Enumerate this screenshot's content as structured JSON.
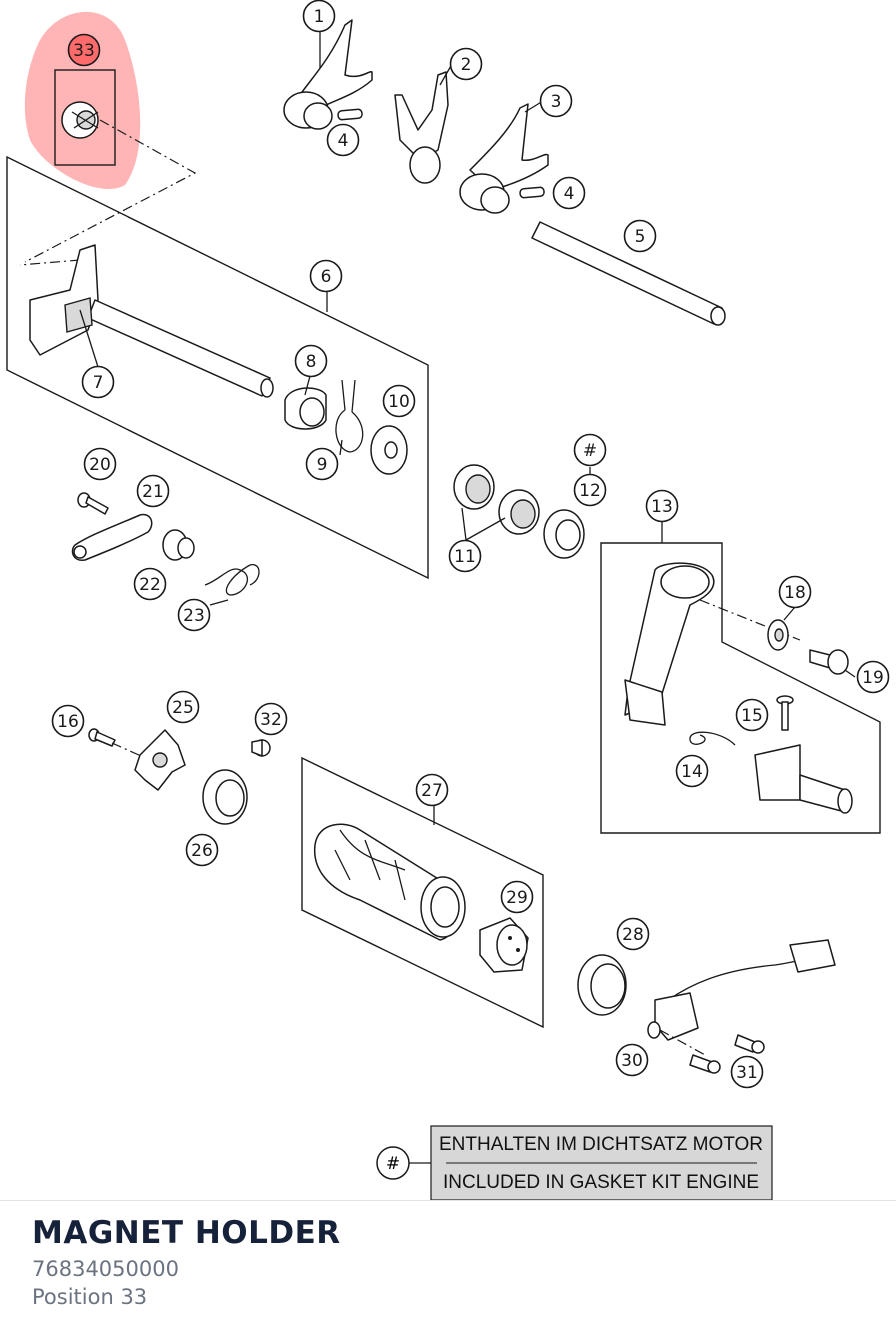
{
  "highlight": {
    "part_label": "33",
    "color": "#ff6b6b"
  },
  "callouts": [
    {
      "label": "1"
    },
    {
      "label": "2"
    },
    {
      "label": "3"
    },
    {
      "label": "4"
    },
    {
      "label": "4"
    },
    {
      "label": "5"
    },
    {
      "label": "6"
    },
    {
      "label": "7"
    },
    {
      "label": "8"
    },
    {
      "label": "9"
    },
    {
      "label": "10"
    },
    {
      "label": "#"
    },
    {
      "label": "12"
    },
    {
      "label": "11"
    },
    {
      "label": "13"
    },
    {
      "label": "18"
    },
    {
      "label": "19"
    },
    {
      "label": "15"
    },
    {
      "label": "14"
    },
    {
      "label": "20"
    },
    {
      "label": "21"
    },
    {
      "label": "22"
    },
    {
      "label": "23"
    },
    {
      "label": "16"
    },
    {
      "label": "25"
    },
    {
      "label": "32"
    },
    {
      "label": "26"
    },
    {
      "label": "27"
    },
    {
      "label": "29"
    },
    {
      "label": "28"
    },
    {
      "label": "30"
    },
    {
      "label": "31"
    },
    {
      "label": "33"
    }
  ],
  "legend": {
    "symbol": "#",
    "line1": "ENTHALTEN IM DICHTSATZ MOTOR",
    "line2": "INCLUDED IN GASKET KIT ENGINE"
  },
  "part_info": {
    "name": "MAGNET HOLDER",
    "number": "76834050000",
    "position": "Position 33"
  }
}
